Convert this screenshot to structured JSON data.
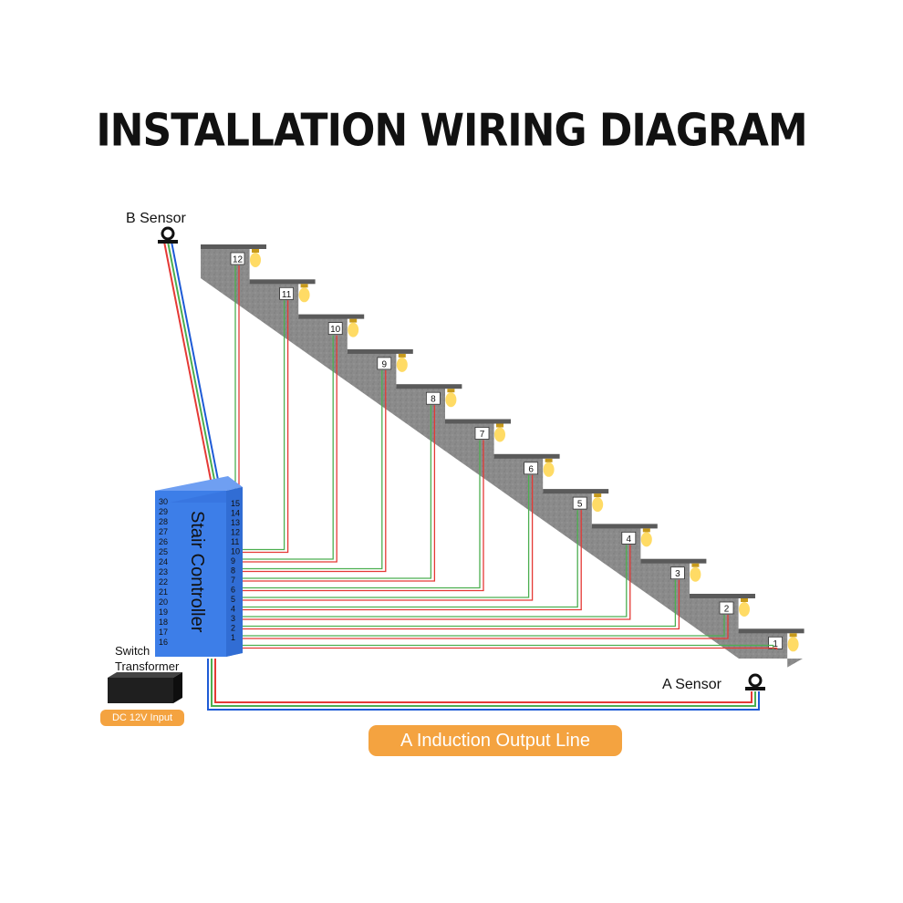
{
  "title": "INSTALLATION WIRING DIAGRAM",
  "b_sensor_label": "B Sensor",
  "a_sensor_label": "A Sensor",
  "controller_label": "Stair Controller",
  "transformer_label_1": "Switch",
  "transformer_label_2": "Transformer",
  "input_label": "DC 12V Input",
  "output_label": "A Induction Output Line",
  "step_numbers": [
    "1",
    "2",
    "3",
    "4",
    "5",
    "6",
    "7",
    "8",
    "9",
    "10",
    "11",
    "12"
  ],
  "left_ports": [
    "30",
    "29",
    "28",
    "27",
    "26",
    "25",
    "24",
    "23",
    "22",
    "21",
    "20",
    "19",
    "18",
    "17",
    "16"
  ],
  "right_ports": [
    "15",
    "14",
    "13",
    "12",
    "11",
    "10",
    "9",
    "8",
    "7",
    "6",
    "5",
    "4",
    "3",
    "2",
    "1"
  ],
  "colors": {
    "red": "#e53935",
    "green": "#4caf50",
    "blue": "#1e5bd6",
    "controller": "#3d7ee8",
    "stair": "#8e8e8e",
    "accent": "#f4a340"
  }
}
